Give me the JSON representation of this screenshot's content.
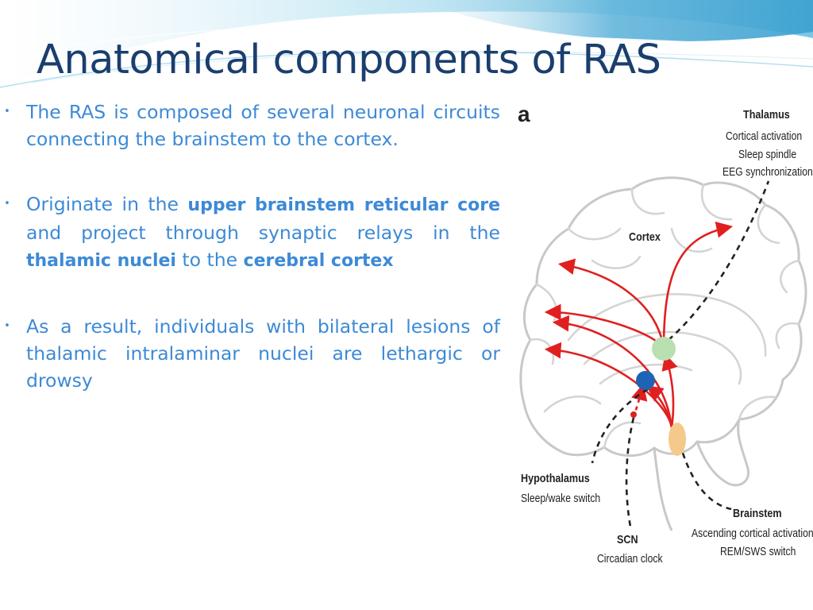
{
  "slide": {
    "title": "Anatomical components of RAS",
    "bullets": [
      {
        "bullet_glyph": "•",
        "segments": [
          {
            "text": "The RAS is composed of several neuronal circuits connecting the brainstem  to the cortex.",
            "bold": false
          }
        ]
      },
      {
        "bullet_glyph": "•",
        "segments": [
          {
            "text": "Originate in the ",
            "bold": false
          },
          {
            "text": "upper brainstem reticular core",
            "bold": true
          },
          {
            "text": " and project through synaptic relays in the ",
            "bold": false
          },
          {
            "text": "thalamic nuclei",
            "bold": true
          },
          {
            "text": " to the ",
            "bold": false
          },
          {
            "text": "cerebral cortex",
            "bold": true
          }
        ]
      },
      {
        "bullet_glyph": "•",
        "segments": [
          {
            "text": "As a result, individuals with bilateral lesions of thalamic intralaminar nuclei are lethargic or drowsy",
            "bold": false
          }
        ]
      }
    ]
  },
  "figure": {
    "panel_letter": "a",
    "thalamus": {
      "name": "Thalamus",
      "roles": [
        "Cortical activation",
        "Sleep spindle",
        "EEG synchronization"
      ]
    },
    "cortex": {
      "name": "Cortex"
    },
    "hypothalamus": {
      "name": "Hypothalamus",
      "role": "Sleep/wake switch"
    },
    "scn": {
      "name": "SCN",
      "role": "Circadian clock"
    },
    "brainstem": {
      "name": "Brainstem",
      "roles": [
        "Ascending cortical activation",
        "REM/SWS switch"
      ]
    }
  },
  "colors": {
    "title": "#1a3e6e",
    "body_text": "#3d8ad6",
    "pathway_arrow": "#e02020",
    "thalamus_node": "#b8e0b0",
    "hypothalamus_node": "#1e64b4",
    "brainstem_node": "#f5c98a",
    "brain_outline": "#c8c8c8"
  }
}
